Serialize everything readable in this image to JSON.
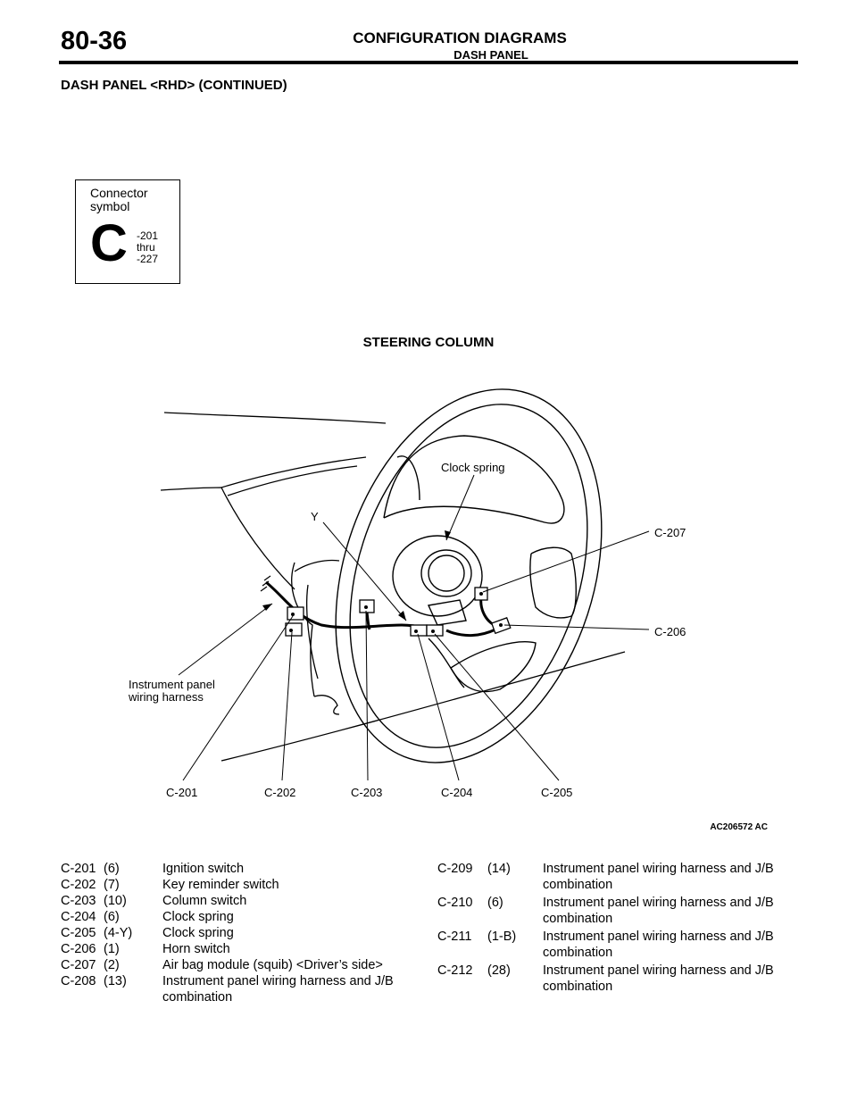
{
  "header": {
    "page_number": "80-36",
    "title": "CONFIGURATION DIAGRAMS",
    "subtitle": "DASH PANEL"
  },
  "section_title": "DASH PANEL <RHD> (CONTINUED)",
  "connector_symbol": {
    "label": "Connector\nsymbol",
    "letter": "C",
    "range": "-201\nthru\n-227"
  },
  "diagram": {
    "title": "STEERING COLUMN",
    "labels": {
      "clock_spring": "Clock spring",
      "y": "Y",
      "c207": "C-207",
      "c206": "C-206",
      "harness_line1": "Instrument panel",
      "harness_line2": "wiring harness",
      "c201": "C-201",
      "c202": "C-202",
      "c203": "C-203",
      "c204": "C-204",
      "c205": "C-205"
    },
    "figure_id": "AC206572 AC"
  },
  "connectors_left": [
    {
      "code": "C-201",
      "pins": "(6)",
      "desc": "Ignition switch"
    },
    {
      "code": "C-202",
      "pins": "(7)",
      "desc": "Key reminder switch"
    },
    {
      "code": "C-203",
      "pins": "(10)",
      "desc": "Column switch"
    },
    {
      "code": "C-204",
      "pins": "(6)",
      "desc": "Clock spring"
    },
    {
      "code": "C-205",
      "pins": "(4-Y)",
      "desc": "Clock spring"
    },
    {
      "code": "C-206",
      "pins": "(1)",
      "desc": "Horn switch"
    },
    {
      "code": "C-207",
      "pins": "(2)",
      "desc": "Air bag module (squib) <Driver’s side>"
    },
    {
      "code": "C-208",
      "pins": "(13)",
      "desc": "Instrument panel wiring harness and J/B combination"
    }
  ],
  "connectors_right": [
    {
      "code": "C-209",
      "pins": "(14)",
      "desc": "Instrument panel wiring harness and J/B combination"
    },
    {
      "code": "C-210",
      "pins": "(6)",
      "desc": "Instrument panel wiring harness and J/B combination"
    },
    {
      "code": "C-211",
      "pins": "(1-B)",
      "desc": "Instrument panel wiring harness and J/B combination"
    },
    {
      "code": "C-212",
      "pins": "(28)",
      "desc": "Instrument panel wiring harness and J/B combination"
    }
  ]
}
